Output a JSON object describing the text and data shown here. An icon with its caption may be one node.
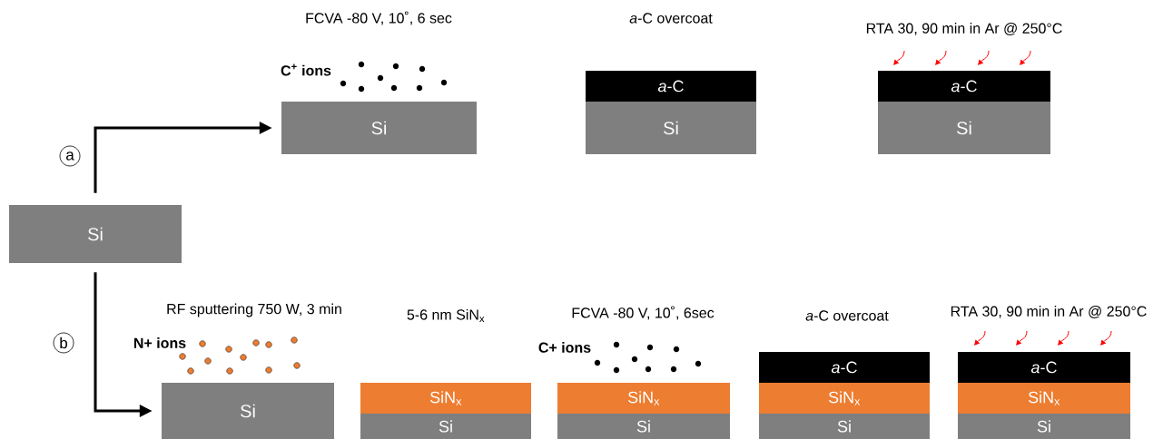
{
  "diagram": {
    "nodes": [
      {
        "text": [
          "Si"
        ]
      },
      {
        "text": [
          "FCVA -80 V, 10˚, 6 sec"
        ]
      },
      {
        "text": [
          "Si"
        ],
        "in": 1
      },
      {
        "text": [
          "*a*-C overcoat"
        ]
      },
      {
        "text": [
          "*a*-C"
        ],
        "in": 3
      },
      {
        "text": [
          "Si"
        ],
        "in": 3
      },
      {
        "text": [
          "RTA 30, 90 min in Ar @ 250°C"
        ]
      },
      {
        "text": [
          "*a*-C"
        ],
        "in": 6
      },
      {
        "text": [
          "Si"
        ],
        "in": 6
      },
      {
        "text": [
          "RF sputtering 750 W, 3 min"
        ]
      },
      {
        "text": [
          "Si"
        ],
        "in": 9
      },
      {
        "text": [
          "5-6 nm SiN$_{x}$"
        ]
      },
      {
        "text": [
          "SiN$_{x}$"
        ],
        "in": 11
      },
      {
        "text": [
          "Si"
        ],
        "in": 11
      },
      {
        "text": [
          "FCVA -80 V, 10˚, 6sec"
        ]
      },
      {
        "text": [
          "SiN$_{x}$"
        ],
        "in": 14
      },
      {
        "text": [
          "Si"
        ],
        "in": 14
      },
      {
        "text": [
          "*a*-C overcoat"
        ]
      },
      {
        "text": [
          "*a*-C"
        ],
        "in": 17
      },
      {
        "text": [
          "SiN$_{x}$"
        ],
        "in": 17
      },
      {
        "text": [
          "Si"
        ],
        "in": 17
      },
      {
        "text": [
          "RTA 30, 90 min in Ar @ 250°C"
        ]
      },
      {
        "text": [
          "*a*-C"
        ],
        "in": 21
      },
      {
        "text": [
          "SiN$_{x}$"
        ],
        "in": 21
      },
      {
        "text": [
          "Si"
        ],
        "in": 21
      }
    ],
    "edges": [
      {
        "from": 0,
        "to": 1,
        "arrow": "to"
      },
      {
        "from": 0,
        "to": 9,
        "arrow": "to"
      }
    ],
    "labels": [
      "a",
      "C$^{+}$ ions",
      "b",
      "N+ ions",
      "C+ ions"
    ]
  }
}
